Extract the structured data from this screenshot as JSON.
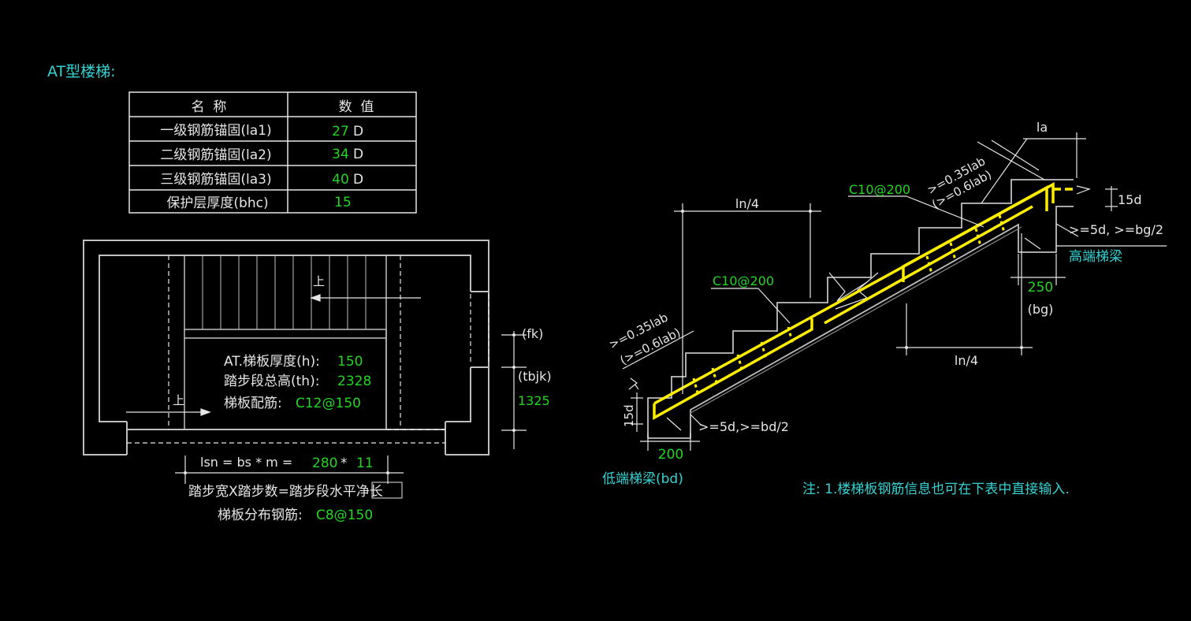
{
  "colors": {
    "cyan": "#36d3d3",
    "green": "#22d622",
    "white": "#e6e6e6",
    "yellow": "#ffee00",
    "line": "#bfbfbf"
  },
  "header": {
    "title": "AT型楼梯:"
  },
  "table": {
    "col_name": "名  称",
    "col_value": "数  值",
    "rows": [
      {
        "name": "一级钢筋锚固(la1)",
        "value": "27",
        "unit": "D"
      },
      {
        "name": "二级钢筋锚固(la2)",
        "value": "34",
        "unit": "D"
      },
      {
        "name": "三级钢筋锚固(la3)",
        "value": "40",
        "unit": "D"
      },
      {
        "name": "保护层厚度(bhc)",
        "value": "15",
        "unit": ""
      }
    ]
  },
  "plan": {
    "up_label_1": "上",
    "up_label_2": "上",
    "thickness_label": "AT.梯板厚度(h):",
    "thickness_value": "150",
    "height_label": "踏步段总高(th):",
    "height_value": "2328",
    "rebar_label": "梯板配筋:",
    "rebar_value": "C12@150",
    "fk": "(fk)",
    "tbjk": "(tbjk)",
    "width_value": "1325",
    "lsn_formula": "lsn = bs * m =",
    "bs_value": "280",
    "times": "*",
    "m_value": "11",
    "formula_caption": "踏步宽X踏步数=踏步段水平净长",
    "dist_label": "梯板分布钢筋:",
    "dist_value": "C8@150"
  },
  "section": {
    "top_rebar": "C10@200",
    "bottom_rebar": "C10@200",
    "ln4_top": "ln/4",
    "ln4_bottom": "ln/4",
    "la": "la",
    "anchor_high_1": ">=0.35lab",
    "anchor_high_2": "(>=0.6lab)",
    "anchor_low_1": ">=0.35lab",
    "anchor_low_2": "(>=0.6lab)",
    "d15_high": "15d",
    "d15_low": "15d",
    "high_anchor_rule": ">=5d, >=bg/2",
    "low_anchor_rule": ">=5d,>=bd/2",
    "high_beam": "高端梯梁",
    "bg_value": "250",
    "bg_label": "(bg)",
    "low_beam": "低端梯梁(bd)",
    "bd_value": "200",
    "note": "注: 1.楼梯板钢筋信息也可在下表中直接输入."
  }
}
